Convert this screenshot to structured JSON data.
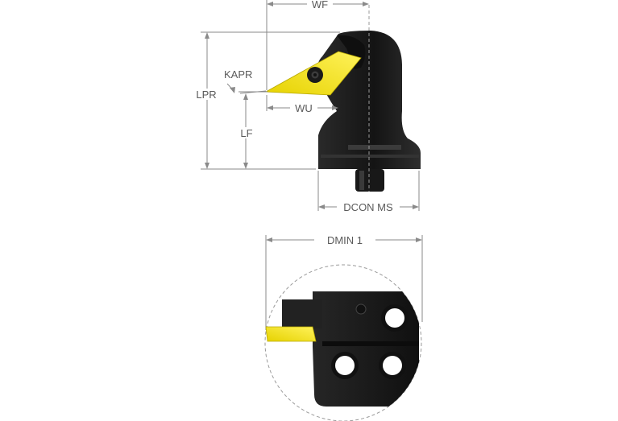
{
  "labels": {
    "wf": "WF",
    "kapr": "KAPR",
    "lpr": "LPR",
    "wu": "WU",
    "lf": "LF",
    "dcon_ms": "DCON MS",
    "dmin_1": "DMIN 1"
  },
  "colors": {
    "body": "#1b1b1b",
    "body_highlight": "#3a3a3a",
    "insert": "#f2e300",
    "dimension": "#8a8a8a",
    "label": "#5a5a5a"
  }
}
